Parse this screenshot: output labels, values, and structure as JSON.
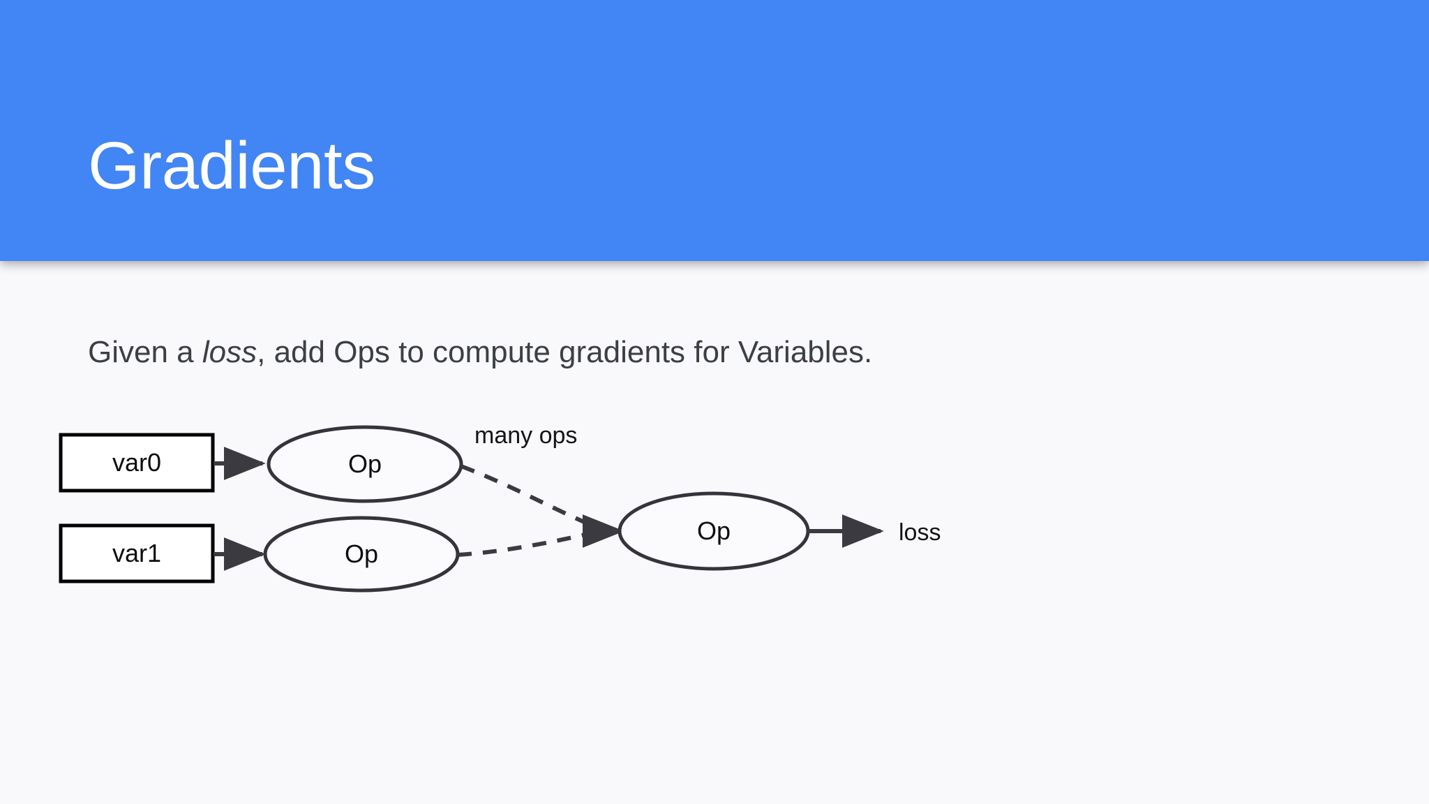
{
  "slide": {
    "title": "Gradients",
    "header_color": "#4285F4",
    "background_color": "#F9F8FB",
    "title_color": "#FFFFFF"
  },
  "body": {
    "subtitle": {
      "before": "Given a ",
      "emphasis": "loss",
      "after": ", add Ops to compute gradients for Variables."
    }
  },
  "diagram": {
    "type": "graph",
    "nodes": [
      {
        "id": "var0",
        "label": "var0",
        "shape": "rectangle",
        "row": "top"
      },
      {
        "id": "var1",
        "label": "var1",
        "shape": "rectangle",
        "row": "bottom"
      },
      {
        "id": "op_top",
        "label": "Op",
        "shape": "ellipse",
        "row": "top"
      },
      {
        "id": "op_bottom",
        "label": "Op",
        "shape": "ellipse",
        "row": "bottom"
      },
      {
        "id": "op_loss",
        "label": "Op",
        "shape": "ellipse",
        "row": "middle"
      }
    ],
    "edges": [
      {
        "from": "var0",
        "to": "op_top",
        "style": "solid",
        "label": ""
      },
      {
        "from": "var1",
        "to": "op_bottom",
        "style": "solid",
        "label": ""
      },
      {
        "from": "op_top",
        "to": "op_loss",
        "style": "dashed",
        "label": "many ops"
      },
      {
        "from": "op_bottom",
        "to": "op_loss",
        "style": "dashed",
        "label": ""
      },
      {
        "from": "op_loss",
        "to": "loss_output",
        "style": "solid",
        "label": ""
      }
    ],
    "edge_labels": [
      {
        "id": "many-ops",
        "text": "many ops"
      }
    ],
    "outputs": [
      {
        "id": "loss_output",
        "text": "loss"
      }
    ]
  }
}
